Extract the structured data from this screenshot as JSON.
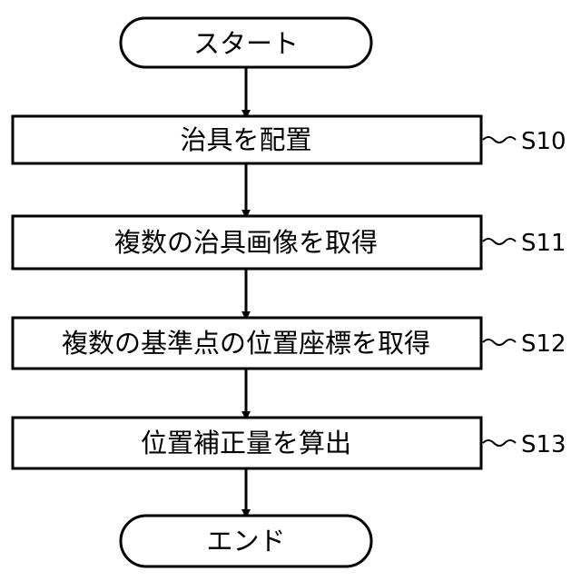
{
  "flowchart": {
    "start": {
      "text": "スタート"
    },
    "steps": [
      {
        "text": "治具を配置",
        "label": "S10"
      },
      {
        "text": "複数の治具画像を取得",
        "label": "S11"
      },
      {
        "text": "複数の基準点の位置座標を取得",
        "label": "S12"
      },
      {
        "text": "位置補正量を算出",
        "label": "S13"
      }
    ],
    "end": {
      "text": "エンド"
    }
  }
}
